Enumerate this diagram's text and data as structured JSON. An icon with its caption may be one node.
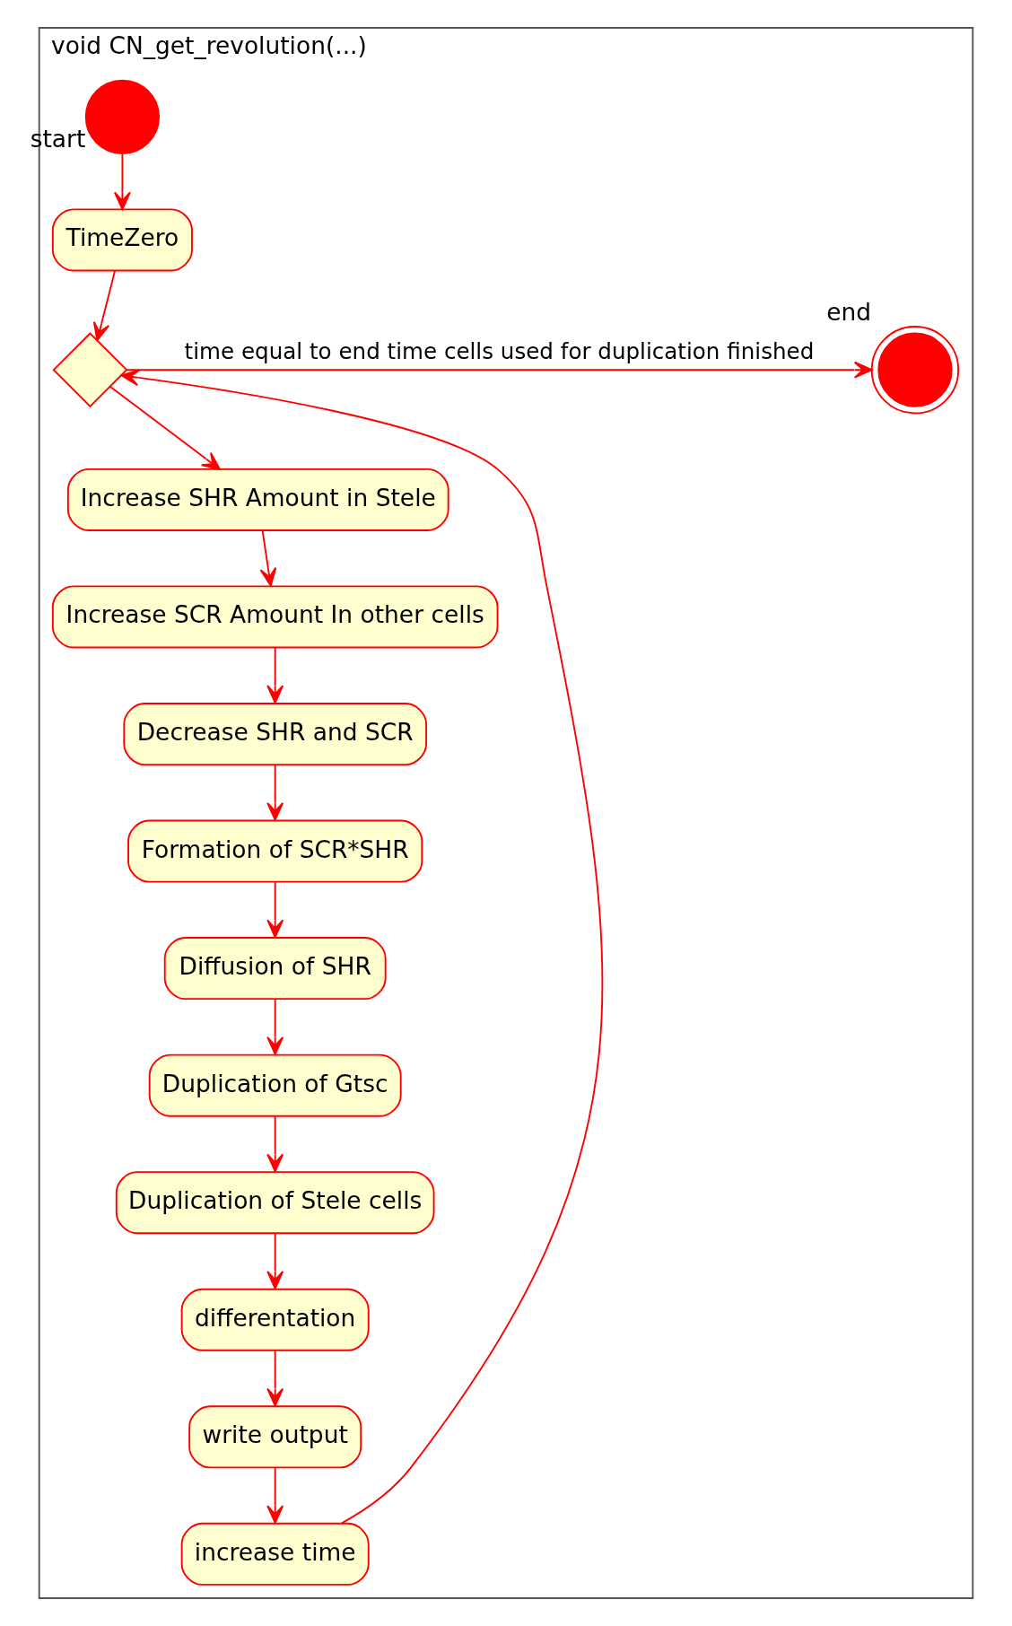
{
  "diagram": {
    "nodes": [
      {
        "text": [
          "void CN_get_revolution(...)"
        ]
      },
      {
        "text": [],
        "shape": "circle",
        "beside": [
          "start"
        ],
        "in": 0
      },
      {
        "text": [
          "TimeZero"
        ],
        "in": 0
      },
      {
        "text": [],
        "shape": "diamond",
        "in": 0
      },
      {
        "text": [],
        "shape": "circle",
        "beside": [
          "end"
        ],
        "in": 0
      },
      {
        "text": [
          "Increase SHR Amount in Stele"
        ],
        "in": 0
      },
      {
        "text": [
          "Increase SCR Amount In other cells"
        ],
        "in": 0
      },
      {
        "text": [
          "Decrease SHR and SCR"
        ],
        "in": 0
      },
      {
        "text": [
          "Formation of SCR*SHR"
        ],
        "in": 0
      },
      {
        "text": [
          "Diffusion of SHR"
        ],
        "in": 0
      },
      {
        "text": [
          "Duplication of Gtsc"
        ],
        "in": 0
      },
      {
        "text": [
          "Duplication of Stele cells"
        ],
        "in": 0
      },
      {
        "text": [
          "differentation"
        ],
        "in": 0
      },
      {
        "text": [
          "write output"
        ],
        "in": 0
      },
      {
        "text": [
          "increase time"
        ],
        "in": 0
      }
    ],
    "edges": [
      {
        "from": 1,
        "to": 2,
        "arrow": "to"
      },
      {
        "from": 2,
        "to": 3,
        "arrow": "to"
      },
      {
        "from": 3,
        "to": 4,
        "arrow": "to",
        "label": "time equal to end time cells used for duplication finished"
      },
      {
        "from": 3,
        "to": 5,
        "arrow": "to"
      },
      {
        "from": 5,
        "to": 6,
        "arrow": "to"
      },
      {
        "from": 6,
        "to": 7,
        "arrow": "to"
      },
      {
        "from": 7,
        "to": 8,
        "arrow": "to"
      },
      {
        "from": 8,
        "to": 9,
        "arrow": "to"
      },
      {
        "from": 9,
        "to": 10,
        "arrow": "to"
      },
      {
        "from": 10,
        "to": 11,
        "arrow": "to"
      },
      {
        "from": 11,
        "to": 12,
        "arrow": "to"
      },
      {
        "from": 12,
        "to": 13,
        "arrow": "to"
      },
      {
        "from": 13,
        "to": 14,
        "arrow": "to"
      },
      {
        "from": 14,
        "to": 3,
        "arrow": "to"
      }
    ]
  }
}
